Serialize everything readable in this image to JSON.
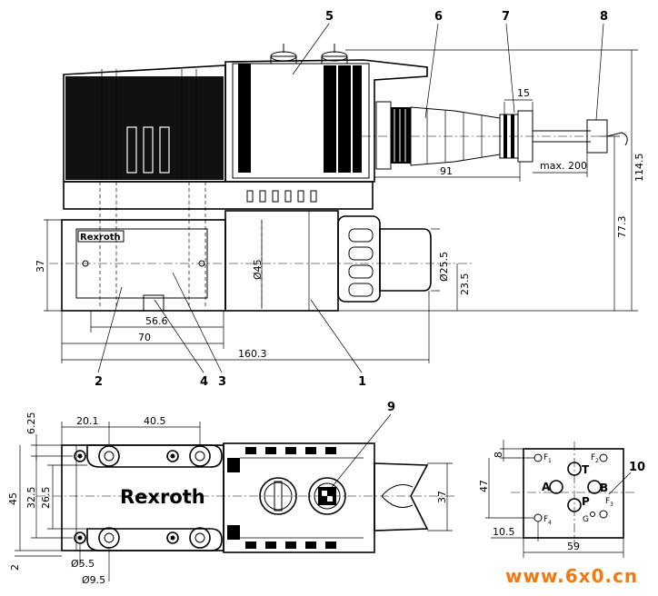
{
  "brand": {
    "label_small": "Rexroth",
    "label_large": "Rexroth"
  },
  "callouts": [
    "1",
    "2",
    "3",
    "4",
    "5",
    "6",
    "7",
    "8",
    "9",
    "10"
  ],
  "dims": {
    "d15": "15",
    "d91": "91",
    "max200": "max. 200",
    "d114_5": "114.5",
    "d77_3": "77.3",
    "d37_side": "37",
    "phi45": "Ø45",
    "phi25_5": "Ø25.5",
    "d23_5": "23.5",
    "d56_6": "56.6",
    "d70": "70",
    "d160_3": "160.3",
    "d6_25": "6.25",
    "d20_1": "20.1",
    "d40_5": "40.5",
    "d45": "45",
    "d32_5": "32.5",
    "d26_5": "26.5",
    "d37_top": "37",
    "d2": "2",
    "phi5_5": "Ø5.5",
    "phi9_5": "Ø9.5",
    "d8": "8",
    "d47": "47",
    "d10_5": "10.5",
    "d59": "59"
  },
  "ports": {
    "A": "A",
    "B": "B",
    "P": "P",
    "T": "T",
    "G": "G",
    "F": "F",
    "f1": "1",
    "f2": "2",
    "f3": "3",
    "f4": "4"
  },
  "watermark": "www.6x0.cn"
}
